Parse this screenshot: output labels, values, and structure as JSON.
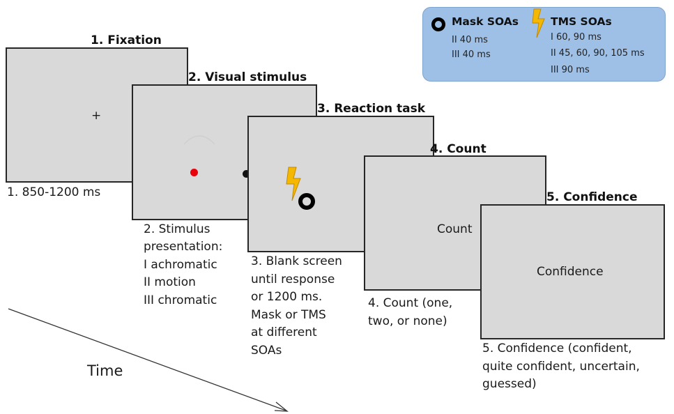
{
  "legend": {
    "mask_title": "Mask SOAs",
    "mask_items": [
      "II 40 ms",
      "III 40 ms"
    ],
    "tms_title": "TMS SOAs",
    "tms_items": [
      "I 60, 90 ms",
      "II 45, 60, 90, 105 ms",
      "III 90 ms"
    ]
  },
  "steps": [
    {
      "title": "1. Fixation",
      "screen_text": "+",
      "caption": [
        "1. 850-1200 ms"
      ]
    },
    {
      "title": "2. Visual stimulus",
      "caption": [
        "2. Stimulus",
        "presentation:",
        "I achromatic",
        "II motion",
        "III chromatic"
      ]
    },
    {
      "title": "3. Reaction task",
      "caption": [
        "3. Blank screen",
        "until response",
        "or 1200 ms.",
        "Mask or TMS",
        "at different",
        "SOAs"
      ]
    },
    {
      "title": "4. Count",
      "screen_text": "Count",
      "caption": [
        "4. Count (one,",
        "two, or none)"
      ]
    },
    {
      "title": "5. Confidence",
      "screen_text": "Confidence",
      "caption": [
        "5. Confidence (confident,",
        "quite confident, uncertain,",
        "guessed)"
      ]
    }
  ],
  "time_label": "Time",
  "colors": {
    "screen_fill": "#d9d9d9",
    "legend_fill": "#9fc0e6",
    "red_dot": "#e8000b",
    "bolt": "#f5b800"
  }
}
